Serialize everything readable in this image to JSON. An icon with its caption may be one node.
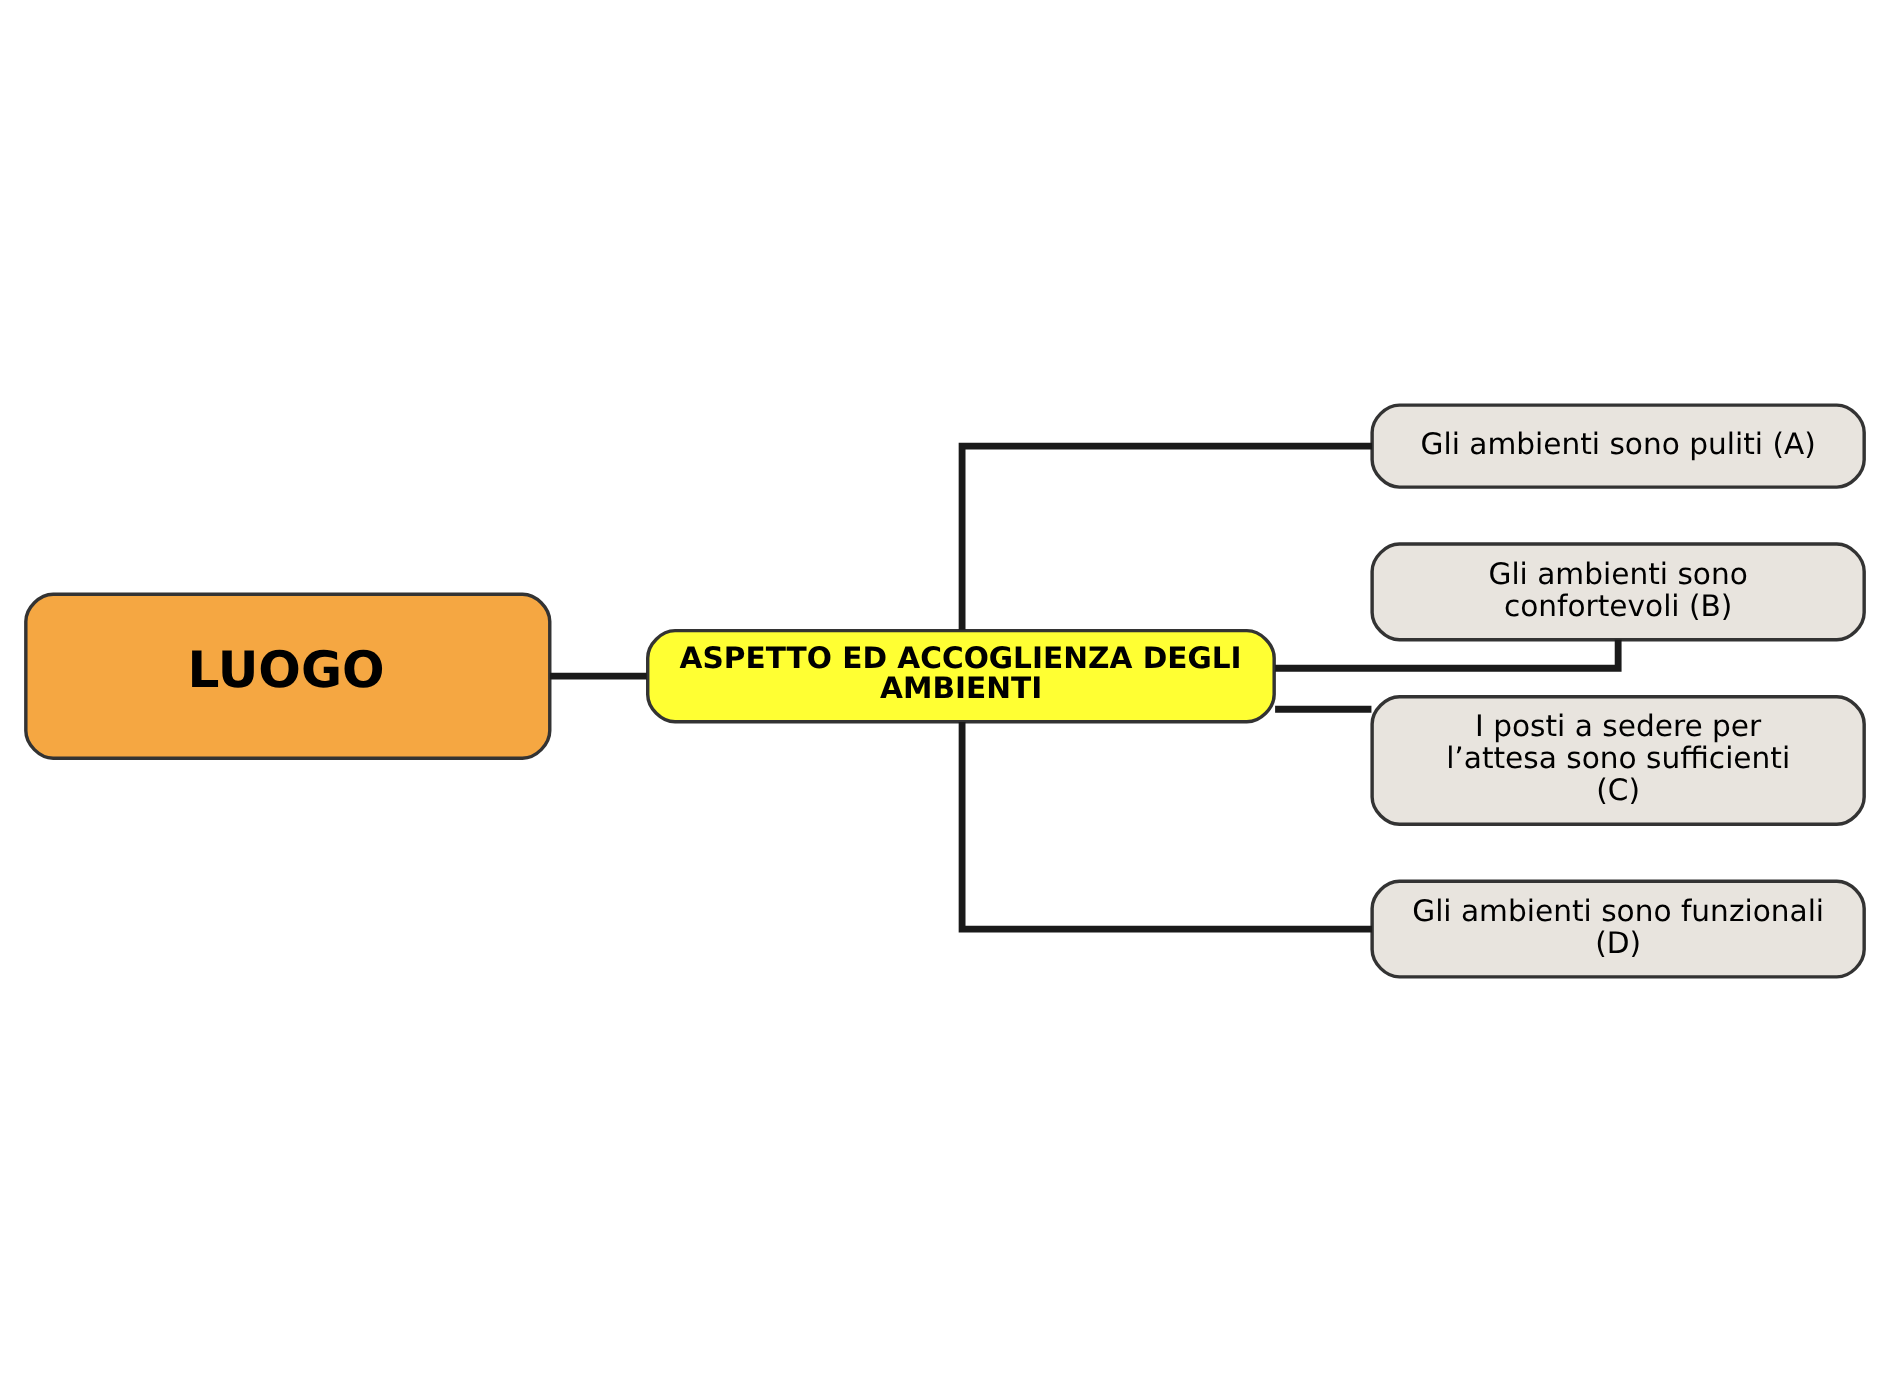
{
  "diagram": {
    "nodes": [
      {
        "text": [
          "LUOGO"
        ]
      },
      {
        "text": [
          "ASPETTO ED ACCOGLIENZA DEGLI AMBIENTI"
        ]
      },
      {
        "text": [
          "Gli ambienti sono puliti (A)"
        ]
      },
      {
        "text": [
          "Gli ambienti sono confortevoli (B)"
        ]
      },
      {
        "text": [
          "I posti a sedere per l’attesa sono sufficienti (C)"
        ]
      },
      {
        "text": [
          "Gli ambienti sono funzionali (D)"
        ]
      }
    ],
    "edges": [
      {
        "from": 0,
        "to": 1,
        "arrow": "none"
      },
      {
        "from": 1,
        "to": 2,
        "arrow": "none"
      },
      {
        "from": 1,
        "to": 3,
        "arrow": "none"
      },
      {
        "from": 1,
        "to": 4,
        "arrow": "none"
      },
      {
        "from": 1,
        "to": 5,
        "arrow": "none"
      }
    ]
  }
}
